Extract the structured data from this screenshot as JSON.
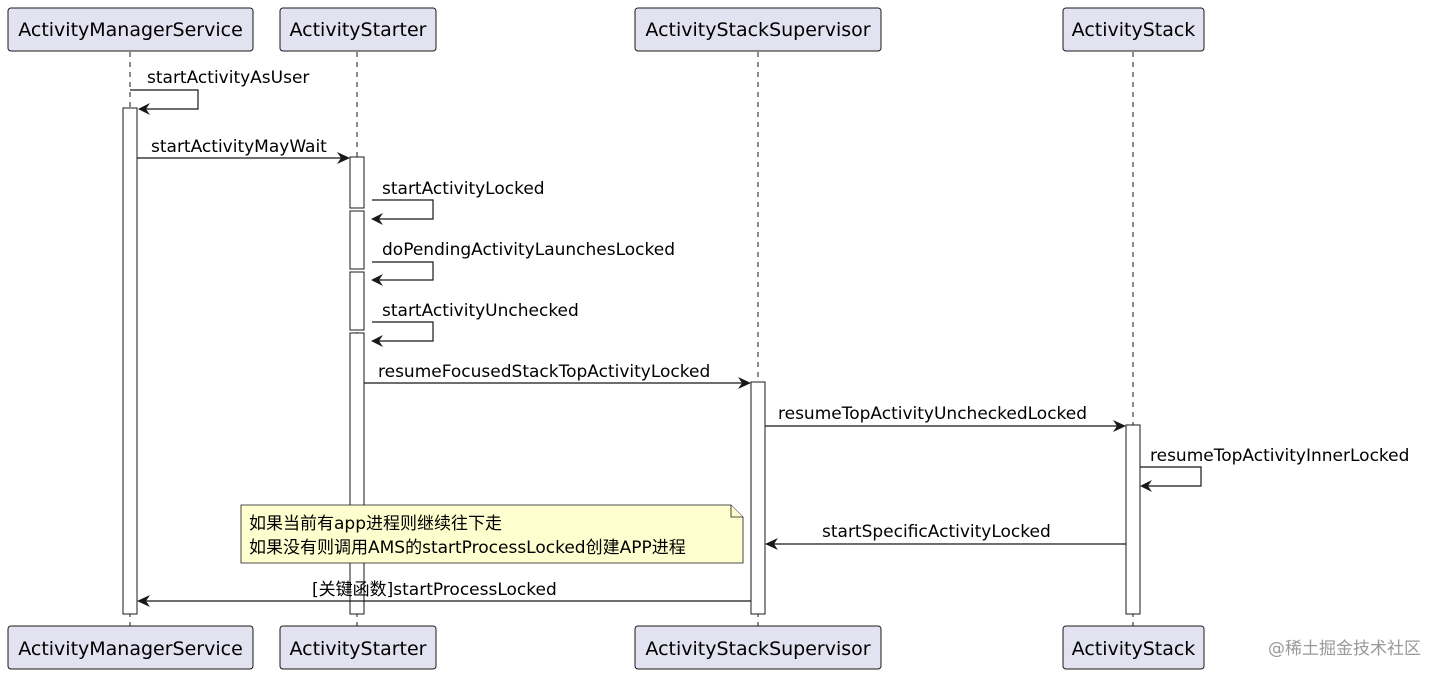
{
  "participants": [
    {
      "id": "ams",
      "label": "ActivityManagerService"
    },
    {
      "id": "starter",
      "label": "ActivityStarter"
    },
    {
      "id": "supervisor",
      "label": "ActivityStackSupervisor"
    },
    {
      "id": "stack",
      "label": "ActivityStack"
    }
  ],
  "messages": [
    {
      "from": "ams",
      "to": "ams",
      "label": "startActivityAsUser",
      "self": true
    },
    {
      "from": "ams",
      "to": "starter",
      "label": "startActivityMayWait"
    },
    {
      "from": "starter",
      "to": "starter",
      "label": "startActivityLocked",
      "self": true
    },
    {
      "from": "starter",
      "to": "starter",
      "label": "doPendingActivityLaunchesLocked",
      "self": true
    },
    {
      "from": "starter",
      "to": "starter",
      "label": "startActivityUnchecked",
      "self": true
    },
    {
      "from": "starter",
      "to": "supervisor",
      "label": "resumeFocusedStackTopActivityLocked"
    },
    {
      "from": "supervisor",
      "to": "stack",
      "label": "resumeTopActivityUncheckedLocked"
    },
    {
      "from": "stack",
      "to": "stack",
      "label": "resumeTopActivityInnerLocked",
      "self": true
    },
    {
      "from": "stack",
      "to": "supervisor",
      "label": "startSpecificActivityLocked"
    },
    {
      "from": "supervisor",
      "to": "ams",
      "label": "[关键函数]startProcessLocked"
    }
  ],
  "note": {
    "lines": [
      "如果当前有app进程则继续往下走",
      "如果没有则调用AMS的startProcessLocked创建APP进程"
    ]
  },
  "watermark": "@稀土掘金技术社区",
  "colors": {
    "participant_fill": "#e2e2f0",
    "note_fill": "#fefece",
    "line": "#181818"
  }
}
